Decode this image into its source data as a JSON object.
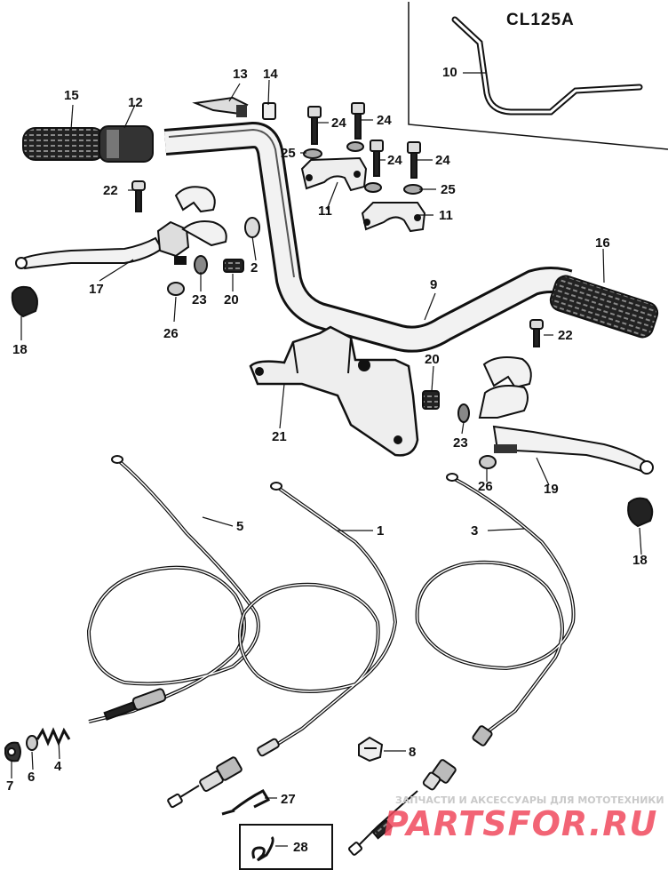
{
  "model": "CL125A",
  "watermark": {
    "subtitle": "ЗАПЧАСТИ И АКСЕССУАРЫ ДЛЯ МОТОТЕХНИКИ",
    "logo": "PARTSFOR.RU"
  },
  "callouts": {
    "c1": "1",
    "c2": "2",
    "c3": "3",
    "c4": "4",
    "c5": "5",
    "c6": "6",
    "c7": "7",
    "c8": "8",
    "c9": "9",
    "c10": "10",
    "c11a": "11",
    "c11b": "11",
    "c12": "12",
    "c13": "13",
    "c14": "14",
    "c15": "15",
    "c16": "16",
    "c17": "17",
    "c18a": "18",
    "c18b": "18",
    "c19": "19",
    "c20a": "20",
    "c20b": "20",
    "c21": "21",
    "c22a": "22",
    "c22b": "22",
    "c23a": "23",
    "c23b": "23",
    "c24a": "24",
    "c24b": "24",
    "c24c": "24",
    "c24d": "24",
    "c25a": "25",
    "c25b": "25",
    "c26a": "26",
    "c26b": "26",
    "c27": "27",
    "c28": "28"
  }
}
